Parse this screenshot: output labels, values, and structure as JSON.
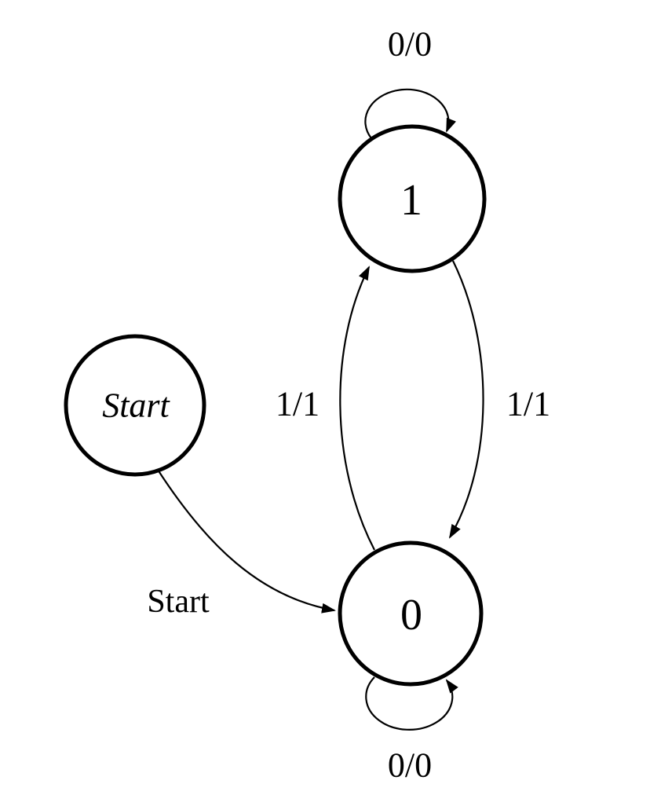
{
  "diagram": {
    "type": "state-machine",
    "background_color": "#ffffff",
    "line_color": "#000000",
    "nodes": [
      {
        "id": "start",
        "label": "Start",
        "shape": "circle",
        "text_style": "italic"
      },
      {
        "id": "state-1",
        "label": "1",
        "shape": "circle",
        "text_style": "normal"
      },
      {
        "id": "state-0",
        "label": "0",
        "shape": "circle",
        "text_style": "normal"
      }
    ],
    "edges": [
      {
        "from": "state-1",
        "to": "state-1",
        "label": "0/0",
        "kind": "self-loop-top"
      },
      {
        "from": "state-0",
        "to": "state-0",
        "label": "0/0",
        "kind": "self-loop-bottom"
      },
      {
        "from": "state-0",
        "to": "state-1",
        "label": "1/1",
        "kind": "curve-left-upward"
      },
      {
        "from": "state-1",
        "to": "state-0",
        "label": "1/1",
        "kind": "curve-right-downward"
      },
      {
        "from": "start",
        "to": "state-0",
        "label": "Start",
        "kind": "curve-start-entry"
      }
    ]
  }
}
